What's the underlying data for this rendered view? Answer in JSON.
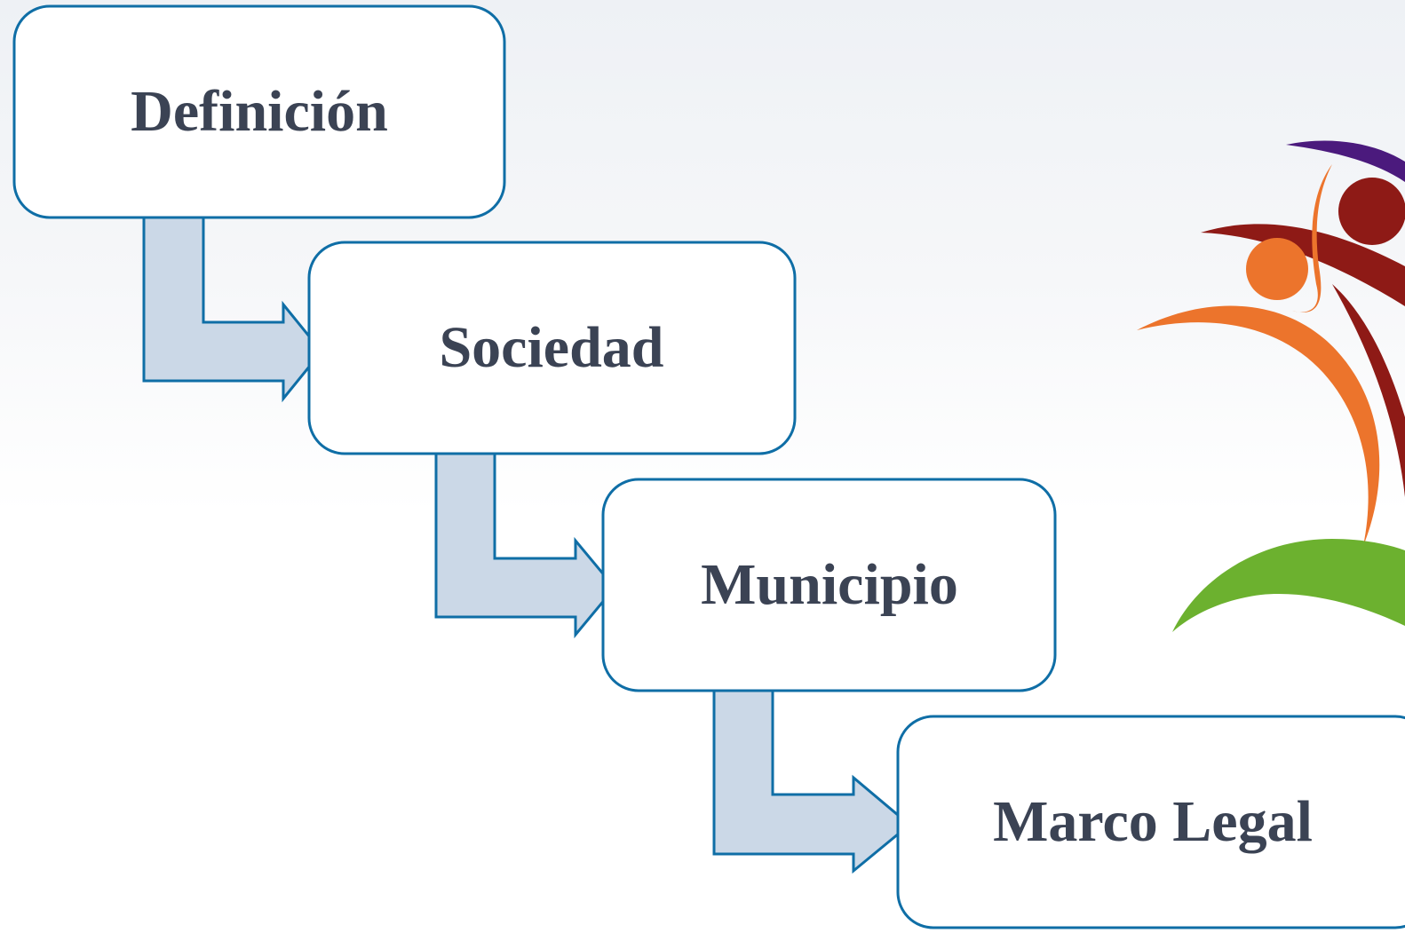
{
  "steps": [
    {
      "label": "Definición"
    },
    {
      "label": "Sociedad"
    },
    {
      "label": "Municipio"
    },
    {
      "label": "Marco Legal"
    }
  ],
  "colors": {
    "box_border": "#0f6ea6",
    "box_fill": "#ffffff",
    "arrow_fill": "#cbd8e7",
    "text": "#3b4354",
    "logo_purple": "#4b1a7d",
    "logo_red": "#8e1a16",
    "logo_orange": "#ec742c",
    "logo_green": "#6cb12f"
  },
  "logo": {
    "icon": "people-embrace-logo-icon"
  }
}
